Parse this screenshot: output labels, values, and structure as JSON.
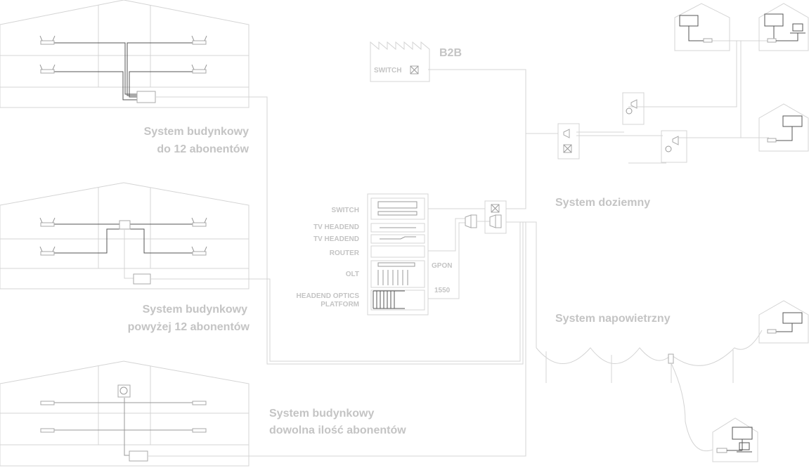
{
  "labels": {
    "building1": [
      "System budynkowy",
      "do 12 abonentów"
    ],
    "building2": [
      "System budynkowy",
      "powyżej 12 abonentów"
    ],
    "building3": [
      "System budynkowy",
      "dowolna ilość abonentów"
    ],
    "underground": "System doziemny",
    "aerial": "System napowietrzny",
    "b2b": "B2B",
    "b2b_switch": "SWITCH"
  },
  "rack": {
    "items": [
      "SWITCH",
      "TV HEADEND",
      "TV HEADEND",
      "ROUTER",
      "OLT",
      "HEADEND OPTICS",
      "PLATFORM"
    ],
    "gpon": "GPON",
    "wavelength": "1550"
  }
}
